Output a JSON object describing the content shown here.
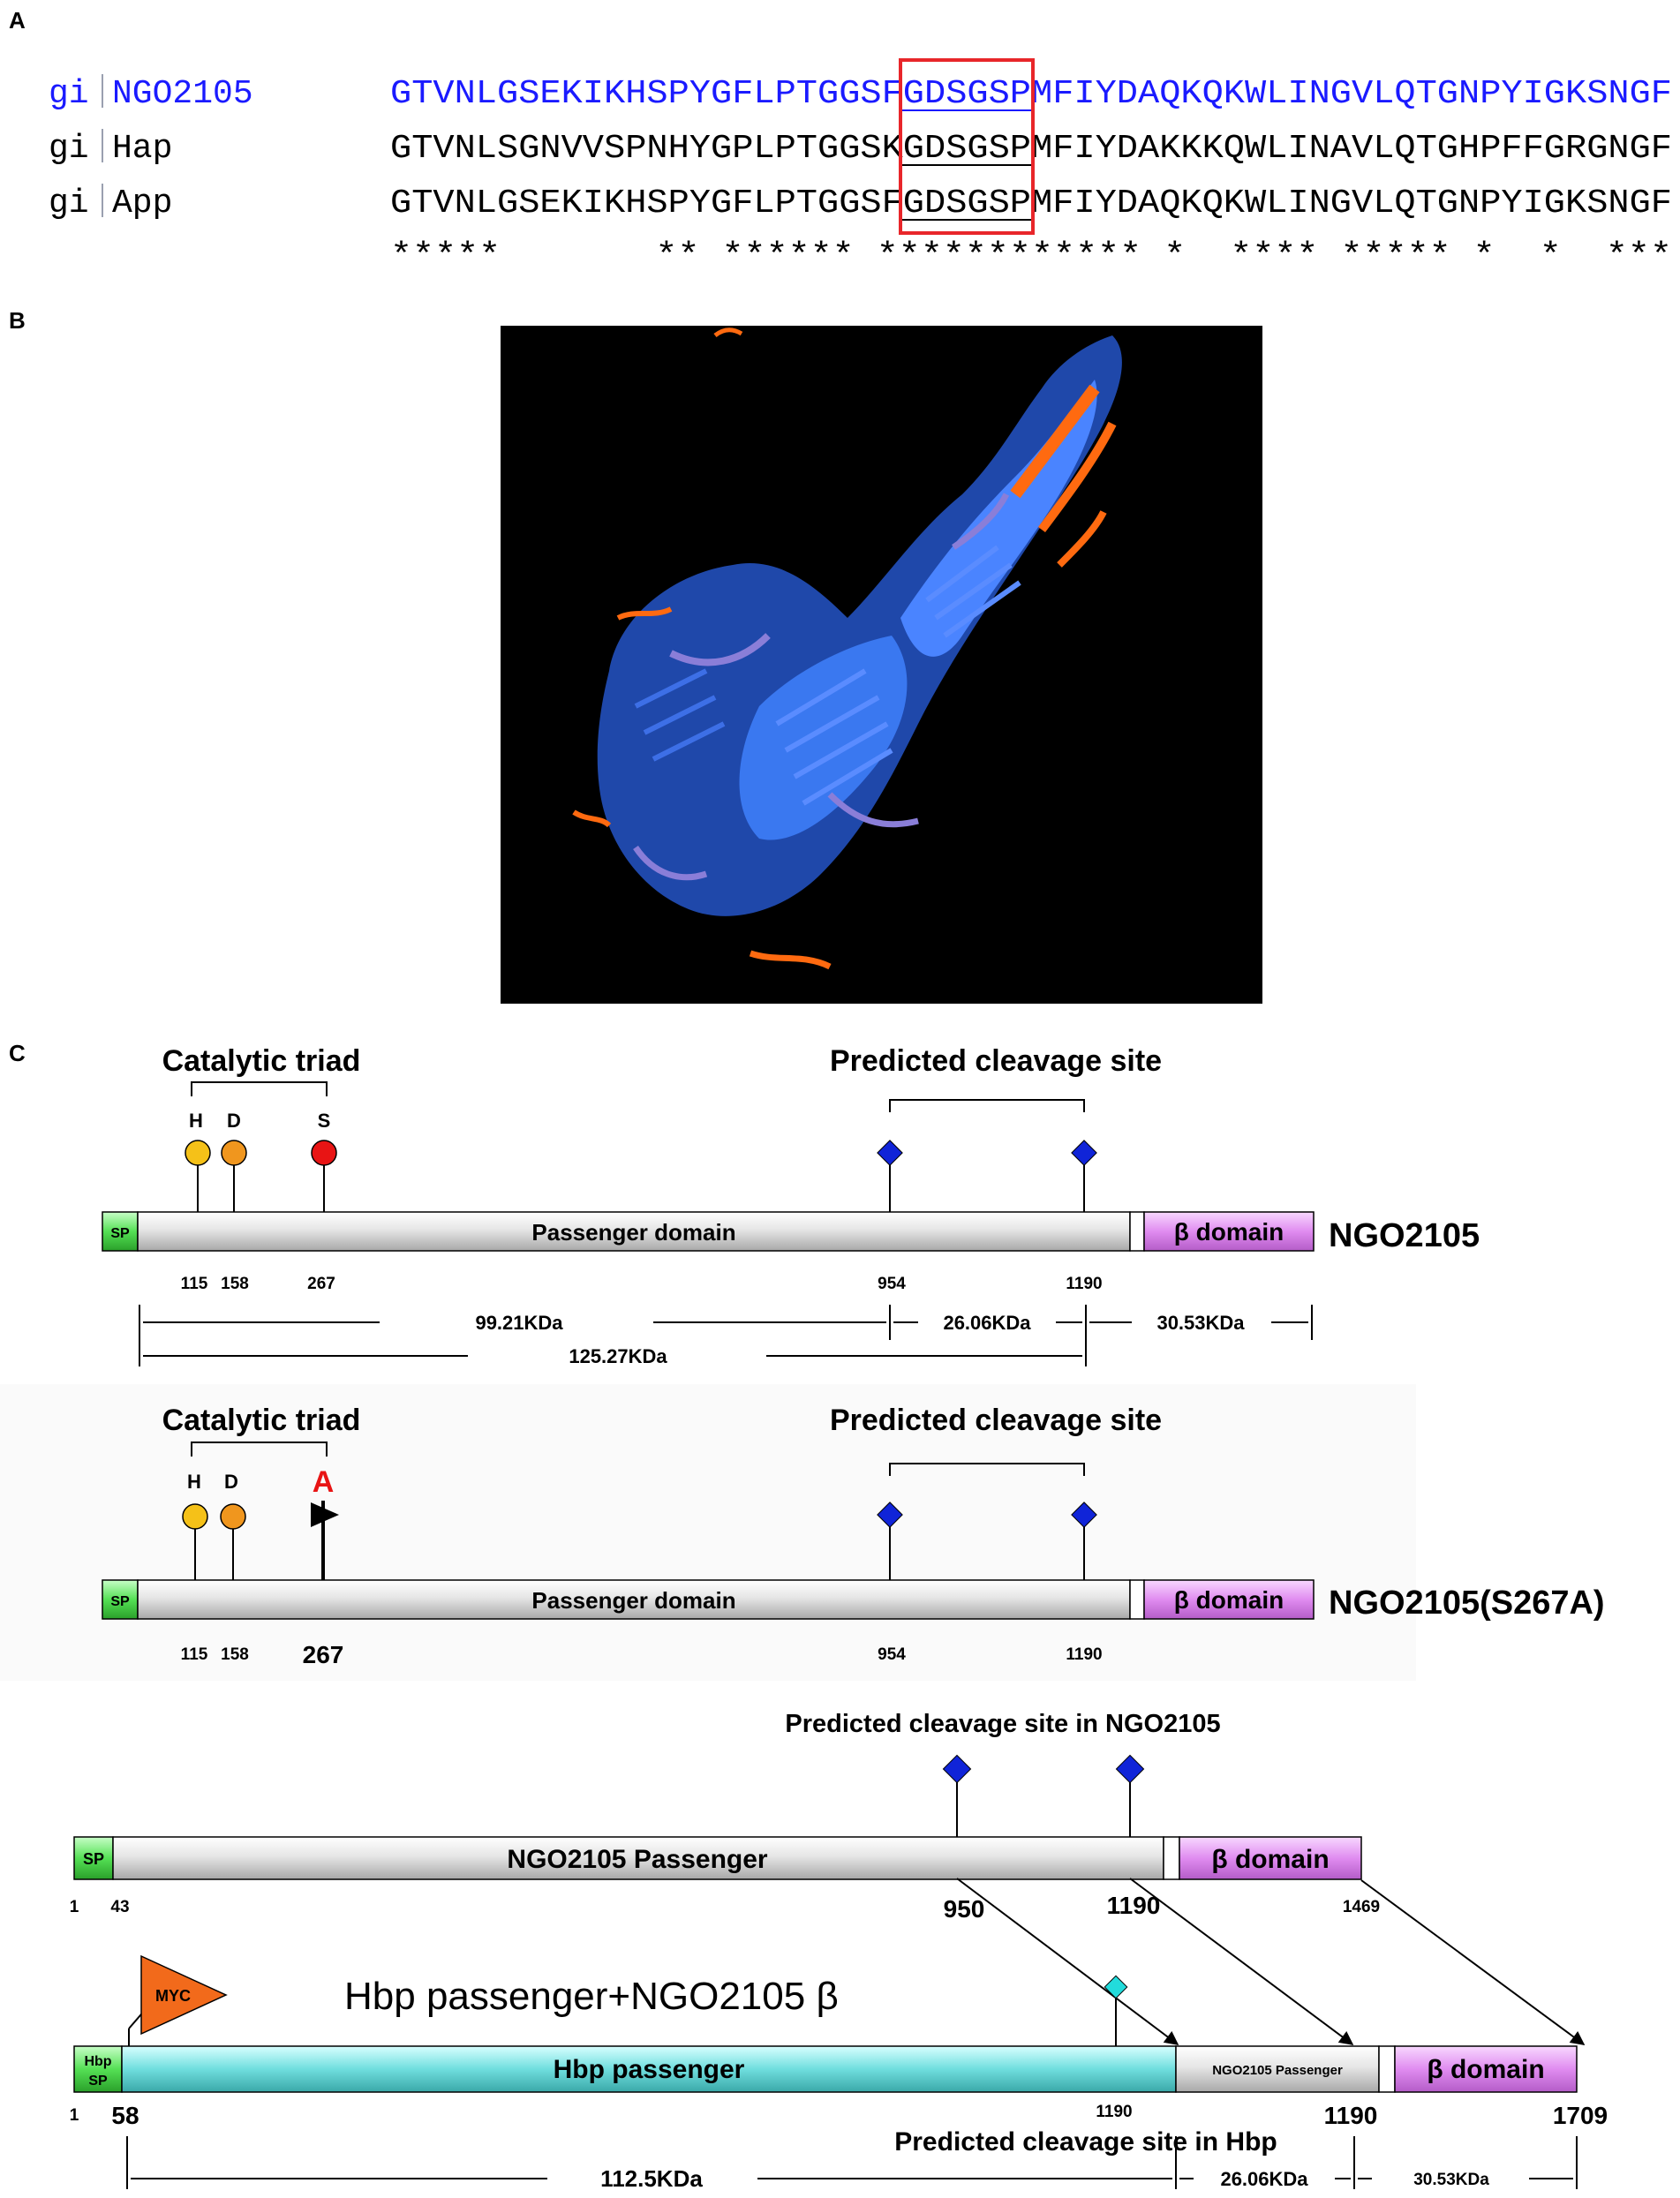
{
  "panels": {
    "a": "A",
    "b": "B",
    "c": "C"
  },
  "alignment": {
    "rows": [
      {
        "db": "gi",
        "name": "NGO2105",
        "seq": "GTVNLGSEKIKHSPYGFLPTGGSFGDSGSPMFIYDAQKQKWLINGVLQTGNPYIGKSNGF",
        "color": "#1a1aff"
      },
      {
        "db": "gi",
        "name": "Hap",
        "seq": "GTVNLSGNVVSPNHYGPLPTGGSKGDSGSPMFIYDAKKKQWLINAVLQTGHPFFGRGNGF",
        "color": "#000000"
      },
      {
        "db": "gi",
        "name": "App",
        "seq": "GTVNLGSEKIKHSPYGFLPTGGSFGDSGSPMFIYDAQKQKWLINGVLQTGNPYIGKSNGF",
        "color": "#000000"
      }
    ],
    "conservation": "*****       ** ****** ************ *  **** ***** *  *  ***",
    "highlight_color": "#e8262a",
    "motif": "GDSGSP"
  },
  "structure": {
    "background": "#000000",
    "colors": [
      "#2e6be6",
      "#ff6a10",
      "#7a6fd0"
    ]
  },
  "triad1": {
    "triad_title": "Catalytic triad",
    "cleavage_title": "Predicted cleavage site",
    "residue_h": "H",
    "residue_d": "D",
    "residue_s": "S",
    "sp": "SP",
    "passenger": "Passenger domain",
    "beta": "β domain",
    "protein": "NGO2105",
    "pos_115": "115",
    "pos_158": "158",
    "pos_267": "267",
    "pos_954": "954",
    "pos_1190": "1190",
    "mw_99": "99.21KDa",
    "mw_26": "26.06KDa",
    "mw_30": "30.53KDa",
    "mw_125": "125.27KDa"
  },
  "triad2": {
    "triad_title": "Catalytic triad",
    "cleavage_title": "Predicted cleavage site",
    "residue_h": "H",
    "residue_d": "D",
    "residue_a": "A",
    "sp": "SP",
    "passenger": "Passenger domain",
    "beta": "β domain",
    "protein": "NGO2105(S267A)",
    "pos_115": "115",
    "pos_158": "158",
    "pos_267": "267",
    "pos_954": "954",
    "pos_1190": "1190"
  },
  "fusion": {
    "cleavage_ngo": "Predicted cleavage site in NGO2105",
    "sp": "SP",
    "ngo_passenger": "NGO2105 Passenger",
    "beta": "β domain",
    "n1": "1",
    "n43": "43",
    "n950": "950",
    "n1190": "1190",
    "n1469": "1469",
    "myc": "MYC",
    "fusion_title": "Hbp passenger+NGO2105 β",
    "hbp_sp_1": "Hbp",
    "hbp_sp_2": "SP",
    "hbp_passenger": "Hbp passenger",
    "small_passenger": "NGO2105 Passenger",
    "beta2": "β domain",
    "m1": "1",
    "m58": "58",
    "m1190a": "1190",
    "m1190b": "1190",
    "m1709": "1709",
    "cleavage_hbp": "Predicted cleavage site in Hbp",
    "mw_112": "112.5KDa",
    "mw_26": "26.06KDa",
    "mw_30": "30.53KDa"
  },
  "colors": {
    "sp_green": "#55e055",
    "passenger_gray": "#d4d4d4",
    "beta_violet": "#e08cf0",
    "hbp_cyan": "#6fdede",
    "his_yellow": "#f5c118",
    "asp_orange": "#f0961e",
    "ser_red": "#e81414",
    "diamond_blue": "#1024d8",
    "myc_orange": "#f26a1b"
  }
}
